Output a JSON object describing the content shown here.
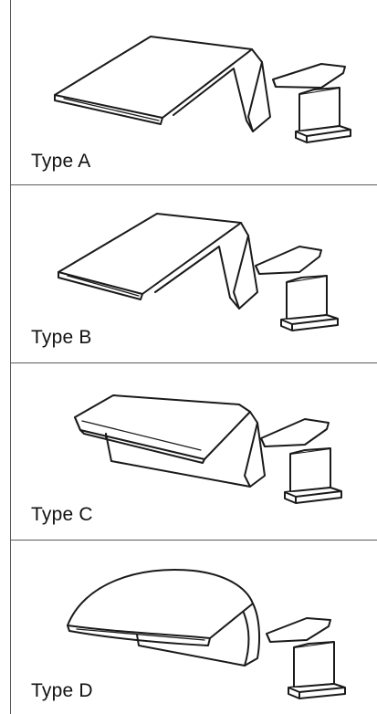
{
  "panels": [
    {
      "label": "Type A",
      "spout_icon": "waterfall-spout-angled",
      "mixer_icon": "single-lever-mixer-icon"
    },
    {
      "label": "Type B",
      "spout_icon": "waterfall-spout-angled",
      "mixer_icon": "single-lever-mixer-icon"
    },
    {
      "label": "Type C",
      "spout_icon": "waterfall-spout-flat",
      "mixer_icon": "single-lever-mixer-icon"
    },
    {
      "label": "Type D",
      "spout_icon": "waterfall-spout-curved",
      "mixer_icon": "single-lever-mixer-icon"
    }
  ],
  "colors": {
    "line": "#1a1a1a",
    "border": "#5a5a5a",
    "background": "#ffffff"
  }
}
